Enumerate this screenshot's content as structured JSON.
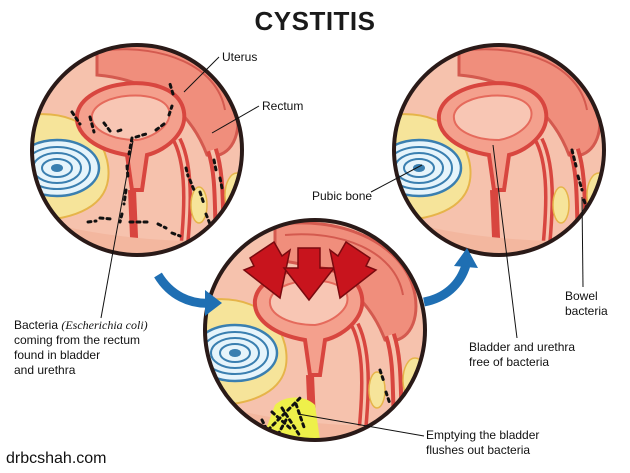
{
  "title": "CYSTITIS",
  "labels": {
    "uterus": "Uterus",
    "rectum": "Rectum",
    "pubic_bone": "Pubic bone",
    "bowel_bacteria_line1": "Bowel",
    "bowel_bacteria_line2": "bacteria",
    "bacteria_prefix": "Bacteria ",
    "bacteria_species": "(Escherichia coli)",
    "bacteria_line2": "coming from the rectum",
    "bacteria_line3": "found in bladder",
    "bacteria_line4": "and urethra",
    "free_line1": "Bladder and urethra",
    "free_line2": "free of bacteria",
    "emptying_line1": "Emptying the bladder",
    "emptying_line2": "flushes out bacteria"
  },
  "credit": "drbcshah.com",
  "colors": {
    "circle_fill": "#f7c9b4",
    "bladder": "#f29a86",
    "tissue": "#e8584f",
    "pubic_bone": "#bfe3f2",
    "fat": "#f6e49a",
    "arrow_blue": "#1f6fb3",
    "arrow_red": "#c8141d",
    "urine_yellow": "#eef04a"
  }
}
